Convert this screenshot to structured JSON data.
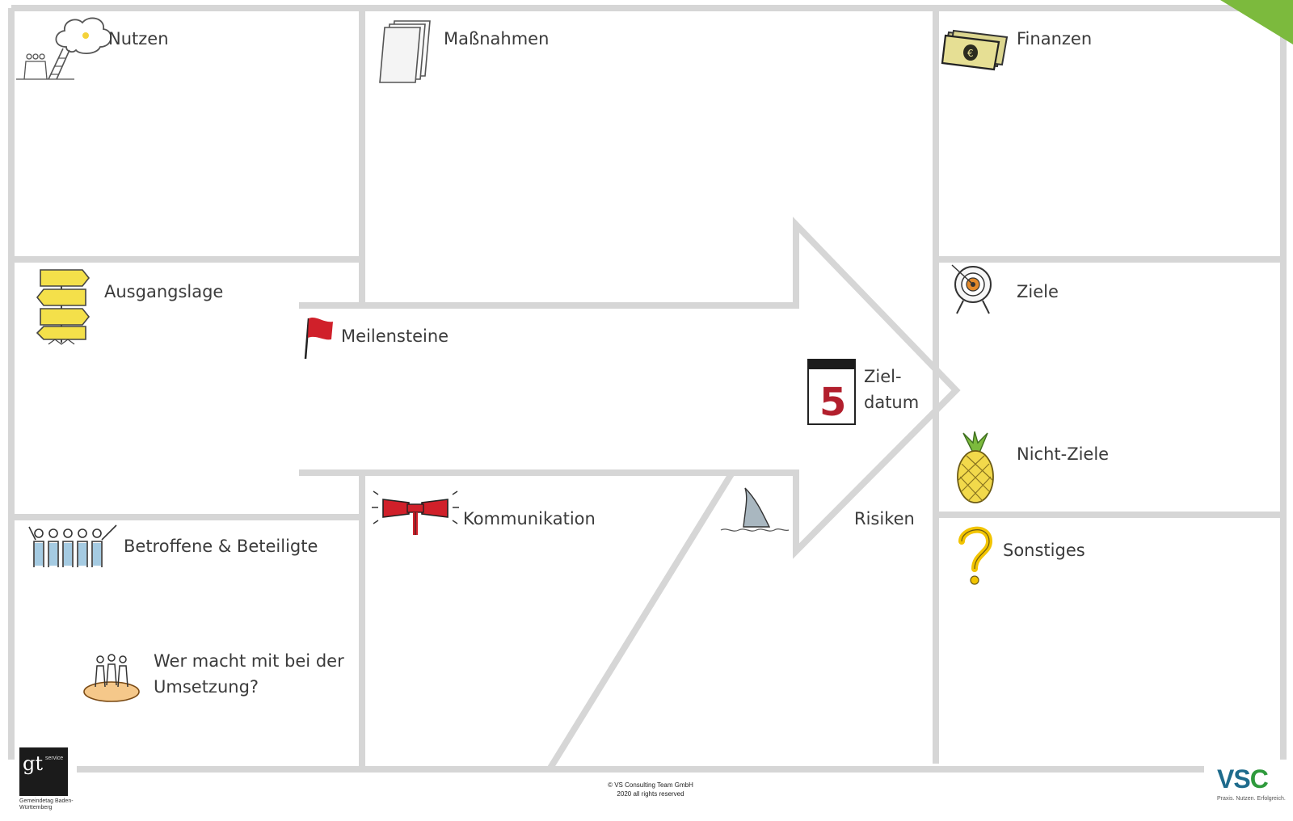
{
  "labels": {
    "nutzen": "Nutzen",
    "massnahmen": "Maßnahmen",
    "finanzen": "Finanzen",
    "ausgangslage": "Ausgangslage",
    "meilensteine": "Meilensteine",
    "zieldatum": "Ziel-\ndatum",
    "ziele": "Ziele",
    "nicht_ziele": "Nicht-Ziele",
    "kommunikation": "Kommunikation",
    "risiken": "Risiken",
    "sonstiges": "Sonstiges",
    "betroffene": "Betroffene & Beteiligte",
    "umsetzung": "Wer macht mit bei der Umsetzung?"
  },
  "calendar_number": "5",
  "footer": {
    "copyright_line1": "© VS Consulting Team GmbH",
    "copyright_line2": "2020 all rights reserved"
  },
  "logos": {
    "left_main": "gt",
    "left_side": "service",
    "left_caption": "Gemeindetag Baden-Württemberg",
    "right_main": "VS",
    "right_accent": "C",
    "right_caption": "Praxis. Nutzen. Erfolgreich."
  },
  "colors": {
    "lines": "#d6d6d6",
    "accent_green": "#7cba3d",
    "flag_red": "#d0202a",
    "sign_yellow": "#f4e04a"
  }
}
